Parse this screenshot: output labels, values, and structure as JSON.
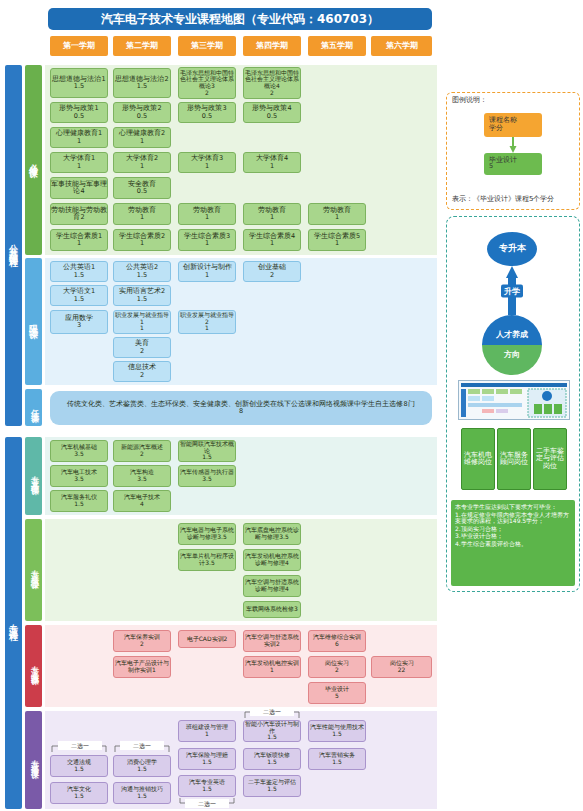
{
  "diagram": {
    "title": "汽车电子技术专业课程地图（专业代码：460703）",
    "nodes": [
      {
        "text": [
          "第一学期"
        ]
      },
      {
        "text": [
          "第二学期"
        ]
      },
      {
        "text": [
          "第三学期"
        ]
      },
      {
        "text": [
          "第四学期"
        ]
      },
      {
        "text": [
          "第五学期"
        ]
      },
      {
        "text": [
          "第六学期"
        ]
      },
      {
        "text": [
          "公共基础课程"
        ]
      },
      {
        "text": [
          "必修课"
        ]
      },
      {
        "text": [
          "限选课"
        ]
      },
      {
        "text": [
          "任选课"
        ]
      },
      {
        "text": [
          "传统文化类、艺术鉴赏类、生态环保类、安全健康类、创新创业类在线下公选课和网络视频课中学生自主选修8门",
          "8"
        ]
      },
      {
        "text": [
          "思想道德与法治1",
          "1.5"
        ]
      },
      {
        "text": [
          "思想道德与法治2",
          "1.5"
        ]
      },
      {
        "text": [
          "毛泽东思想和中国特色社会主义理论体系概论3",
          "2"
        ]
      },
      {
        "text": [
          "毛泽东思想和中国特色社会主义理论体系概论4",
          "2"
        ]
      },
      {
        "text": [
          "形势与政策1",
          "0.5"
        ]
      },
      {
        "text": [
          "形势与政策2",
          "0.5"
        ]
      },
      {
        "text": [
          "形势与政策3",
          "0.5"
        ]
      },
      {
        "text": [
          "形势与政策4",
          "0.5"
        ]
      },
      {
        "text": [
          "心理健康教育1",
          "1"
        ]
      },
      {
        "text": [
          "心理健康教育2",
          "1"
        ]
      },
      {
        "text": [
          "大学体育1",
          "1"
        ]
      },
      {
        "text": [
          "大学体育2",
          "1"
        ]
      },
      {
        "text": [
          "大学体育3",
          "1"
        ]
      },
      {
        "text": [
          "大学体育4",
          "1"
        ]
      },
      {
        "text": [
          "军事技能与军事理论4"
        ]
      },
      {
        "text": [
          "安全教育",
          "0.5"
        ]
      },
      {
        "text": [
          "劳动技能与劳动教育2"
        ]
      },
      {
        "text": [
          "劳动教育",
          "1"
        ]
      },
      {
        "text": [
          "劳动教育",
          "1"
        ]
      },
      {
        "text": [
          "劳动教育",
          "1"
        ]
      },
      {
        "text": [
          "劳动教育",
          "1"
        ]
      },
      {
        "text": [
          "学生综合素质1",
          "1"
        ]
      },
      {
        "text": [
          "学生综合素质2",
          "1"
        ]
      },
      {
        "text": [
          "学生综合素质3",
          "1"
        ]
      },
      {
        "text": [
          "学生综合素质4",
          "1"
        ]
      },
      {
        "text": [
          "学生综合素质5",
          "1"
        ]
      },
      {
        "text": [
          "公共英语1",
          "1.5"
        ]
      },
      {
        "text": [
          "公共英语2",
          "1.5"
        ]
      },
      {
        "text": [
          "创新设计与制作",
          "1"
        ]
      },
      {
        "text": [
          "创业基础",
          "2"
        ]
      },
      {
        "text": [
          "大学语文1",
          "1.5"
        ]
      },
      {
        "text": [
          "实用语言艺术2",
          "1.5"
        ]
      },
      {
        "text": [
          "应用数学",
          "3"
        ]
      },
      {
        "text": [
          "职业发展与就业指导1",
          "1"
        ]
      },
      {
        "text": [
          "职业发展与就业指导2",
          "1"
        ]
      },
      {
        "text": [
          "美育",
          "2"
        ]
      },
      {
        "text": [
          "信息技术",
          "2"
        ]
      },
      {
        "text": [
          "专业课程"
        ]
      },
      {
        "text": [
          "专业基础课"
        ]
      },
      {
        "text": [
          "专业核心课"
        ]
      },
      {
        "text": [
          "专业实践课"
        ]
      },
      {
        "text": [
          "专业拓展课"
        ]
      },
      {
        "text": [
          "汽车机械基础",
          "3.5"
        ]
      },
      {
        "text": [
          "新能源汽车概述",
          "2"
        ]
      },
      {
        "text": [
          "智能网联汽车技术概论",
          "1.5"
        ]
      },
      {
        "text": [
          "汽车电工技术",
          "3.5"
        ]
      },
      {
        "text": [
          "汽车构造",
          "3.5"
        ]
      },
      {
        "text": [
          "汽车传感器与执行器",
          "3.5"
        ]
      },
      {
        "text": [
          "汽车服务礼仪",
          "1.5"
        ]
      },
      {
        "text": [
          "汽车电子技术",
          "4"
        ]
      },
      {
        "text": [
          "汽车电器与电子系统诊断与修理3.5"
        ]
      },
      {
        "text": [
          "汽车单片机与程序设计3.5"
        ]
      },
      {
        "text": [
          "汽车底盘电控系统诊断与修理3.5"
        ]
      },
      {
        "text": [
          "汽车发动机电控系统诊断与修理4"
        ]
      },
      {
        "text": [
          "汽车空调与舒适系统诊断与修理4"
        ]
      },
      {
        "text": [
          "车载网络系统检修3"
        ]
      },
      {
        "text": [
          "汽车保养实训",
          "2"
        ]
      },
      {
        "text": [
          "汽车电子产品设计与制作实训1"
        ]
      },
      {
        "text": [
          "电子CAD实训2"
        ]
      },
      {
        "text": [
          "汽车空调与舒适系统实训2"
        ]
      },
      {
        "text": [
          "汽车发动机电控实训1"
        ]
      },
      {
        "text": [
          "汽车维修综合实训",
          "6"
        ]
      },
      {
        "text": [
          "岗位实习",
          "2"
        ]
      },
      {
        "text": [
          "毕业设计",
          "5"
        ]
      },
      {
        "text": [
          "岗位实习",
          "22"
        ]
      },
      {
        "text": [
          "交通法规",
          "1.5"
        ]
      },
      {
        "text": [
          "汽车文化",
          "1.5"
        ]
      },
      {
        "text": [
          "消费心理学",
          "1.5"
        ]
      },
      {
        "text": [
          "沟通与推销技巧",
          "1.5"
        ]
      },
      {
        "text": [
          "班组建设与管理",
          "1"
        ]
      },
      {
        "text": [
          "汽车保险与理赔",
          "1.5"
        ]
      },
      {
        "text": [
          "汽车专业英语",
          "1.5"
        ]
      },
      {
        "text": [
          "智能小汽车设计与制作",
          "1.5"
        ]
      },
      {
        "text": [
          "汽车钣喷快修",
          "1.5"
        ]
      },
      {
        "text": [
          "二手车鉴定与评估",
          "1.5"
        ]
      },
      {
        "text": [
          "汽车性能与使用技术",
          "1.5"
        ]
      },
      {
        "text": [
          "汽车营销实务",
          "1.5"
        ]
      },
      {
        "text": [
          "图例说明：",
          "表示：《毕业设计》课程5个学分"
        ]
      },
      {
        "text": [
          "课程名称",
          "学分"
        ],
        "in": 88
      },
      {
        "text": [
          "毕业设计",
          "5"
        ],
        "in": 88
      },
      {
        "text": [
          "专升本"
        ]
      },
      {
        "text": [
          "人才养成",
          "方向"
        ]
      },
      {
        "text": [
          "汽车机电维修岗位"
        ]
      },
      {
        "text": [
          "汽车服务顾问岗位"
        ]
      },
      {
        "text": [
          "二手车鉴定与评估岗位"
        ]
      },
      {
        "text": [
          "本专业学生应达到以下要求方可毕业：",
          "1.在规定修业年限内修完本专业人才培养方案要求的课程，达到149.5学分；",
          "2.顶岗实习合格；",
          "3.毕业设计合格；",
          "4.学生综合素质评价合格。"
        ]
      }
    ],
    "edges": [
      {
        "from": 89,
        "to": 90,
        "arrow": "to"
      },
      {
        "from": 92,
        "to": 91,
        "label": "升学",
        "arrow": "to"
      }
    ],
    "labels": [
      "二选一",
      "二选一",
      "二选一",
      "二选一"
    ]
  }
}
